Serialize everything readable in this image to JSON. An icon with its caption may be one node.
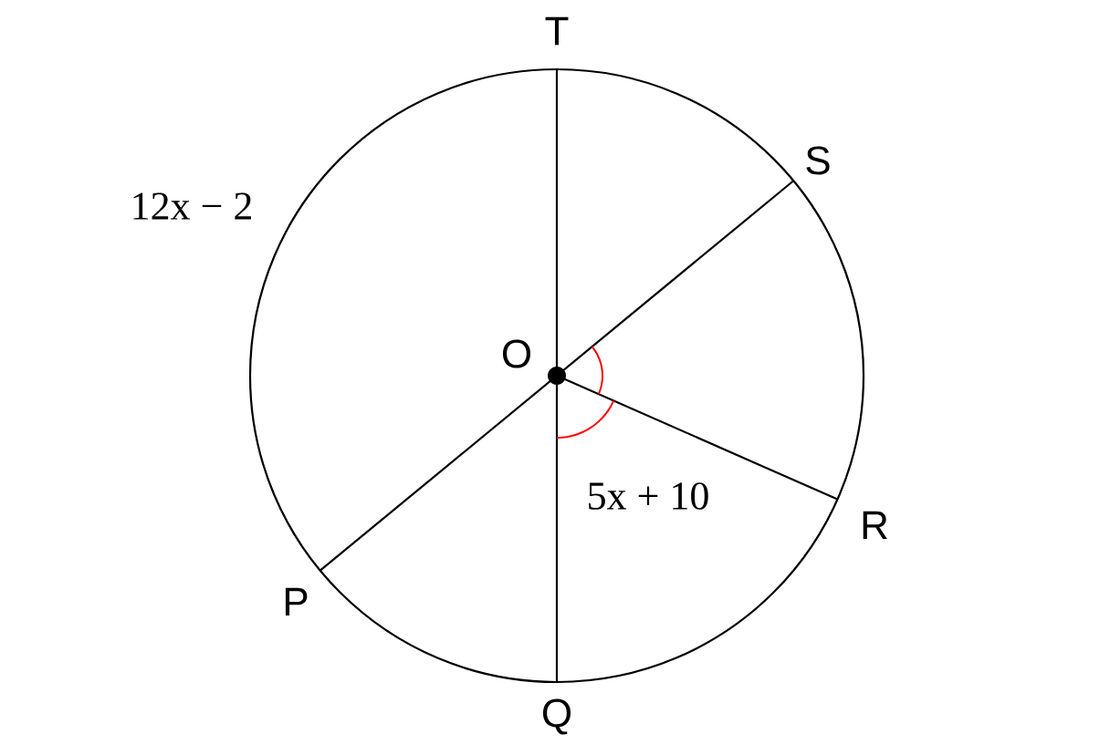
{
  "diagram": {
    "labels": [
      "T",
      "S",
      "O",
      "12x − 2",
      "R",
      "P",
      "Q",
      "5x + 10"
    ]
  }
}
